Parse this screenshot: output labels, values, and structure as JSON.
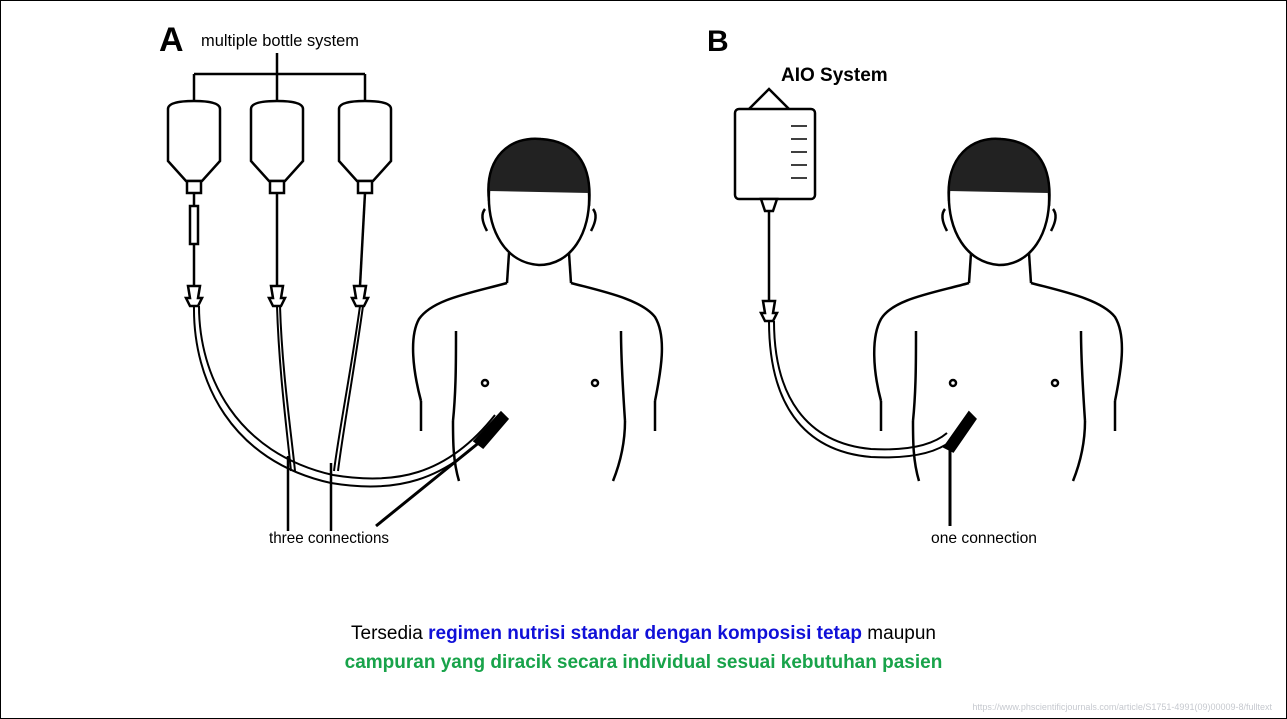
{
  "panel_a": {
    "letter": "A",
    "title": "multiple bottle system",
    "connections_label": "three connections"
  },
  "panel_b": {
    "letter": "B",
    "title": "AIO System",
    "connections_label": "one connection"
  },
  "caption": {
    "line1_plain_start": "Tersedia ",
    "line1_highlight": "regimen nutrisi standar dengan komposisi tetap",
    "line1_plain_end": " maupun",
    "line2_highlight": "campuran yang diracik secara individual sesuai kebutuhan pasien"
  },
  "colors": {
    "highlight_blue": "#1010d8",
    "highlight_green": "#18a34a"
  },
  "watermark": "https://www.phscientificjournals.com/article/S1751-4991(09)00009-8/fulltext"
}
